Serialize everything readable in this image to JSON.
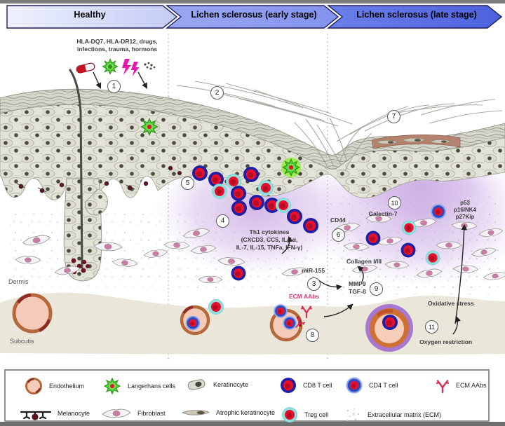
{
  "header": {
    "stages": [
      {
        "label": "Healthy",
        "color": "#dfe3fa"
      },
      {
        "label": "Lichen sclerosus (early stage)",
        "color": "#8c9cef"
      },
      {
        "label": "Lichen sclerosus (late stage)",
        "color": "#5a70e4"
      }
    ]
  },
  "annotations": {
    "risk_factors_line1": "HLA-DQ7, HLA-DR12, drugs,",
    "risk_factors_line2": "infections, trauma, hormons",
    "th1_line1": "Th1 cytokines",
    "th1_line2": "(CXCD3, CC5, IL-1α,",
    "th1_line3": "IL-7, IL-15, TNFa, IFN-γ)",
    "cd44": "CD44",
    "galectin": "Galectin-7",
    "collagen": "Collagen I/III",
    "mir155": "miR-155",
    "mmp9": "MMP9",
    "tgfb": "TGF-ß",
    "ecm_aabs": "ECM AAbs",
    "p53": "p53",
    "p16": "p16INK4",
    "p27": "p27Kip",
    "oxidative": "Oxidative stress",
    "oxygen": "Oxygen restriction",
    "dermis": "Dermis",
    "subcutis": "Subcutis"
  },
  "steps": [
    "1",
    "2",
    "3",
    "4",
    "5",
    "6",
    "7",
    "8",
    "9",
    "10",
    "11"
  ],
  "legend": {
    "items": [
      {
        "label": "Endothelium"
      },
      {
        "label": "Langerhans cells"
      },
      {
        "label": "Keratinocyte"
      },
      {
        "label": "CD8 T cell"
      },
      {
        "label": "CD4 T cell"
      },
      {
        "label": "ECM AAbs"
      },
      {
        "label": "Melanocyte"
      },
      {
        "label": "Fibroblast"
      },
      {
        "label": "Atrophic keratinocyte"
      },
      {
        "label": "Treg cell"
      },
      {
        "label": "Extracellular matrix (ECM)"
      }
    ]
  },
  "colors": {
    "cd8_ring": "#1f1fa6",
    "cd4_ring": "#2d49c3",
    "cd4_halo": "#8fa8ec",
    "treg_ring": "#7fd6d6",
    "cell_core": "#e8112d",
    "ecm_aabs": "#d4305a",
    "inflammation": "#b98fd9",
    "vessel_ring": "#b4683c",
    "late_vessel_outer": "#a06cd0",
    "subcutis": "#eae6da",
    "epidermis_cell": "#dedcd0",
    "langerhans_green": "#52cf38"
  }
}
